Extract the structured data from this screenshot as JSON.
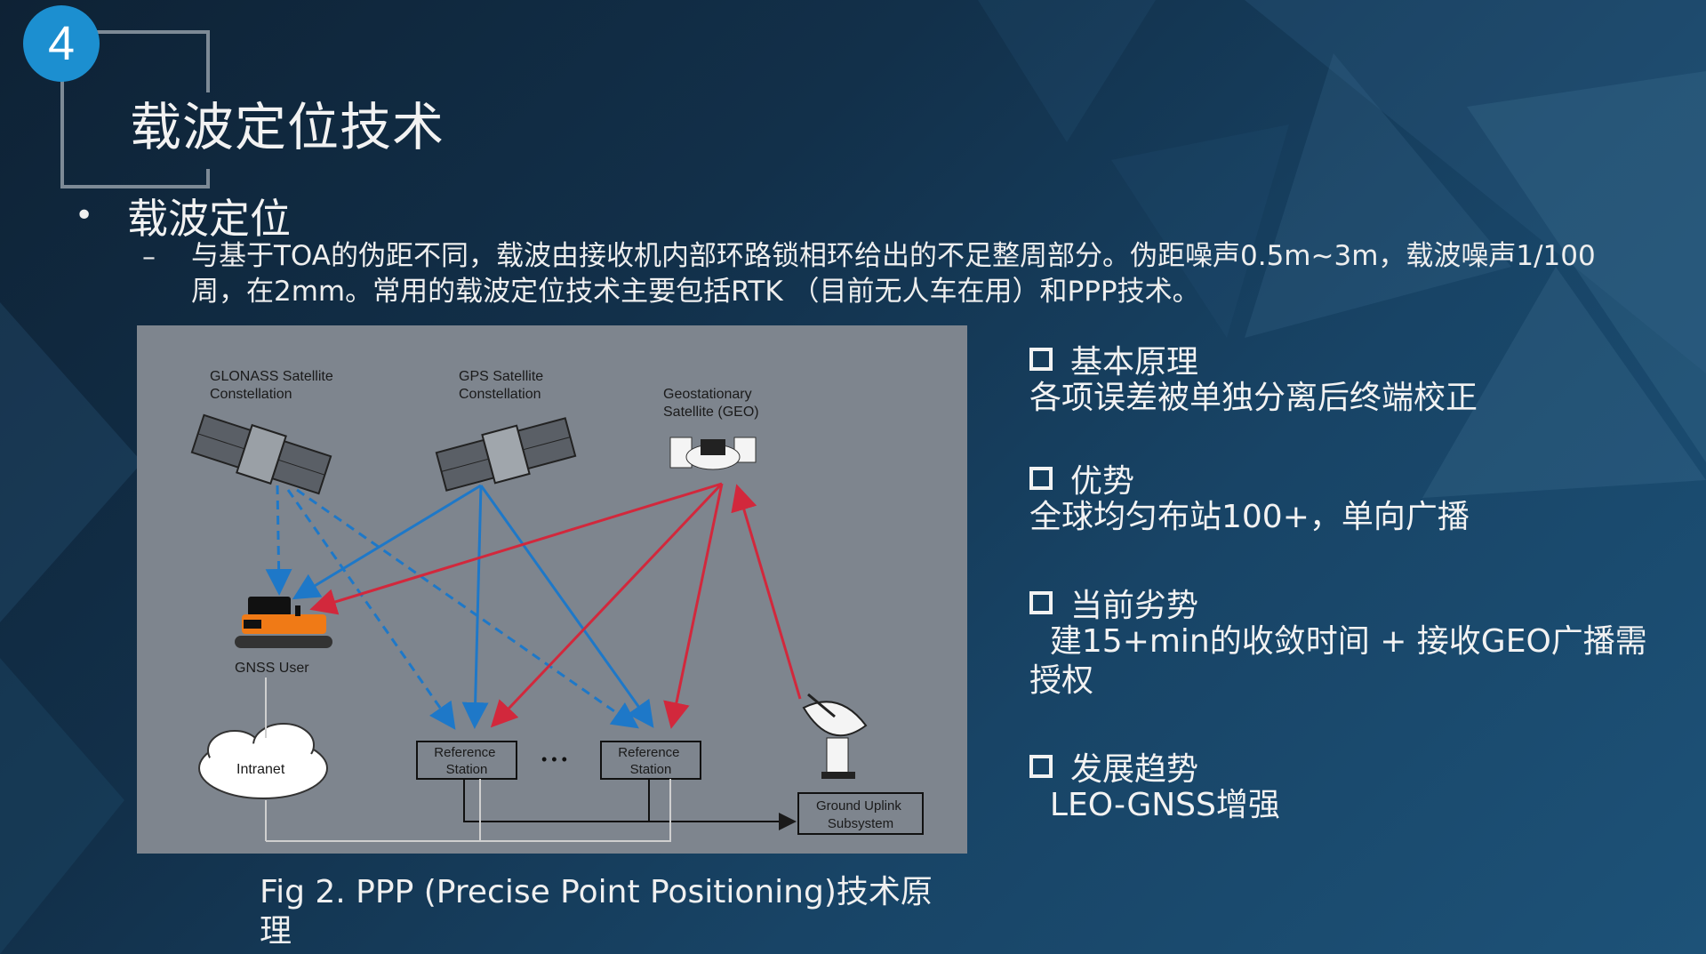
{
  "slide": {
    "number": "4",
    "title": "载波定位技术",
    "bullet": "载波定位",
    "description": "与基于TOA的伪距不同，载波由接收机内部环路锁相环给出的不足整周部分。伪距噪声0.5m~3m，载波噪声1/100周，在2mm。常用的载波定位技术主要包括RTK （目前无人车在用）和PPP技术。"
  },
  "diagram": {
    "glonass_label": "GLONASS Satellite\nConstellation",
    "gps_label": "GPS Satellite\nConstellation",
    "geo_label": "Geostationary\nSatellite (GEO)",
    "gnss_user": "GNSS User",
    "intranet": "Intranet",
    "reference_station_1": "Reference\nStation",
    "reference_station_2": "Reference\nStation",
    "ellipsis": "• • •",
    "ground_uplink": "Ground Uplink\nSubsystem",
    "colors": {
      "gnss_link": "#1e78c8",
      "geo_link": "#d2283c",
      "panel": "#7e858e"
    }
  },
  "caption": "Fig 2.  PPP (Precise Point Positioning)技术原理",
  "sections": [
    {
      "heading": "基本原理",
      "body": "各项误差被单独分离后终端校正"
    },
    {
      "heading": "优势",
      "body": "全球均匀布站100+，单向广播"
    },
    {
      "heading": "当前劣势",
      "body": "  建15+min的收敛时间 + 接收GEO广播需授权"
    },
    {
      "heading": "发展趋势",
      "body": "  LEO-GNSS增强"
    }
  ]
}
